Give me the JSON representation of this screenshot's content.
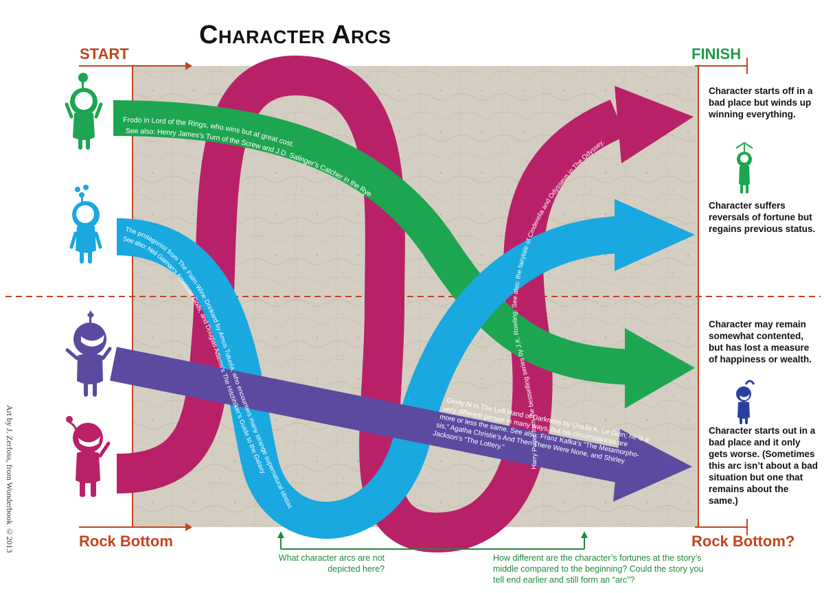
{
  "title": "Character Arcs",
  "axis": {
    "start": "START",
    "finish": "FINISH",
    "rock_bottom_start": "Rock Bottom",
    "rock_bottom_finish": "Rock Bottom?"
  },
  "descriptions": [
    "Character starts off in a bad place but winds up winning everything.",
    "Character suffers reversals of fortune but regains previous status.",
    "Character may remain somewhat contented, but has lost a measure of happiness or wealth.",
    "Character starts out in a bad place and it only gets worse. (Sometimes this arc isn’t about a bad situation but one that remains about the same.)"
  ],
  "arcs": {
    "green": {
      "color": "#1ea54f",
      "line1": "Frodo in Lord of the Rings, who wins but at great cost.",
      "line2": "See also: Henry James’s Turn of the Screw and J.D. Salinger’s Catcher in the Rye"
    },
    "cyan": {
      "color": "#19a8df",
      "line1": "The protagonist from The Palm-Wine Drinkard by Amos Tutuola, who encounters many strange supernatural obstacles but perseveres.",
      "line2": "See also: Neil Gaiman’s American Gods, and Douglas Adams’s The Hitchhiker’s Guide to the Galaxy."
    },
    "purple": {
      "color": "#5b4a9f",
      "line1": "Genly Ai in The Left Hand of Darkness by Ursula K. Le Guin; he is a",
      "line2": "very different person in many ways, but his circumstances are",
      "line3": "more or less the same. See also: Franz Kafka’s “The Metamorpho-",
      "line4": "sis,” Agatha Christie’s And Then There Were None, and Shirley",
      "line5": "Jackson’s “The Lottery.”"
    },
    "magenta": {
      "color": "#b82168",
      "line1": "Harry Potter from the bestselling series by J.K. Rowling. See also: the fairytale of Cinderella and Odysseus in The Odyssey."
    }
  },
  "questions": {
    "q1": "What character arcs are not depicted here?",
    "q2": "How different are the character’s fortunes at the story’s middle compared to the beginning? Could the story you tell end earlier and still form an “arc”?"
  },
  "credit": "Art by J. Zerfoss, from Wonderbook ©2013",
  "colors": {
    "axis": "#c0451f",
    "finish": "#1e9a4a",
    "map": "#d9d3c8"
  }
}
